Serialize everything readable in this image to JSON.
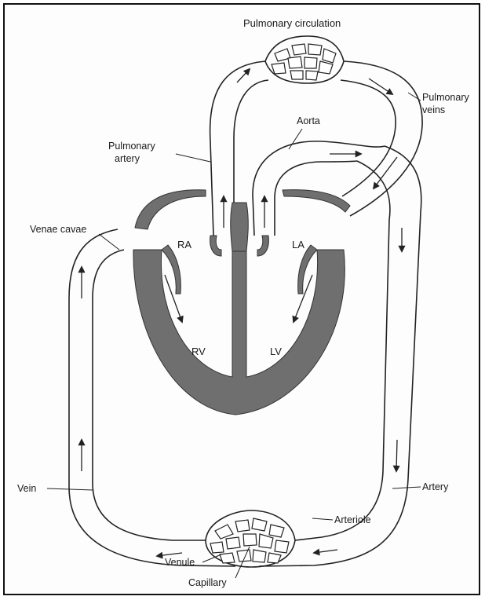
{
  "labels": {
    "pulmonary_circulation": "Pulmonary circulation",
    "pulmonary_veins_1": "Pulmonary",
    "pulmonary_veins_2": "veins",
    "aorta": "Aorta",
    "pulmonary_artery_1": "Pulmonary",
    "pulmonary_artery_2": "artery",
    "venae_cavae": "Venae cavae",
    "ra": "RA",
    "la": "LA",
    "rv": "RV",
    "lv": "LV",
    "vein": "Vein",
    "artery": "Artery",
    "arteriole": "Arteriole",
    "venule": "Venule",
    "capillary": "Capillary"
  },
  "colors": {
    "myocardium": "#6f6f6f",
    "outline": "#222222",
    "background": "#fdfdfd"
  }
}
